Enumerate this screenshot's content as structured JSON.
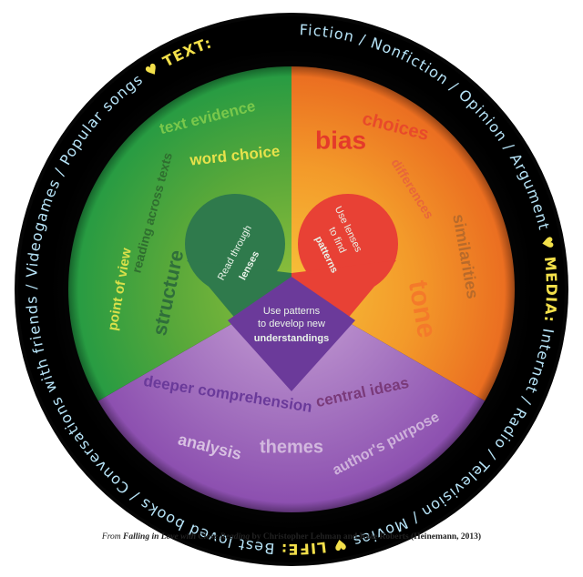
{
  "ring": {
    "text_tag": "TEXT:",
    "text_body": " Fiction / Nonfiction / Opinion / Argument",
    "media_tag": "MEDIA:",
    "media_body": " Internet / Radio / Television / Movies",
    "life_tag": "LIFE:",
    "life_body": " Best loved books / Conversations with friends / Videogames / Popular songs",
    "separator_icon": "heart-icon"
  },
  "sectors": {
    "green": {
      "color": "#3f9e3a",
      "labels": {
        "text_evidence": "text evidence",
        "word_choice": "word choice",
        "reading_across_texts": "reading across texts",
        "structure": "structure",
        "point_of_view": "point of view"
      }
    },
    "orange": {
      "color": "#f08a22",
      "labels": {
        "bias": "bias",
        "choices": "choices",
        "differences": "differences",
        "similarities": "similarities",
        "tone": "tone"
      }
    },
    "purple": {
      "color": "#9a5bb5",
      "labels": {
        "deeper_comprehension": "deeper comprehension",
        "central_ideas": "central ideas",
        "analysis": "analysis",
        "themes": "themes",
        "authors_purpose": "author's purpose"
      }
    }
  },
  "heart": {
    "left": {
      "line1": "Read through",
      "line2": "lenses",
      "color": "#2f7a4c"
    },
    "right": {
      "line1": "Use lenses",
      "line2": "to find",
      "line3": "patterns",
      "color": "#e84135"
    },
    "bottom": {
      "line1": "Use patterns",
      "line2": "to develop new",
      "line3": "understandings",
      "color": "#6b3a9a"
    }
  },
  "caption": {
    "prefix": "From ",
    "title": "Falling in Love with Close Reading",
    "rest": " by Christopher Lehman and Kate Roberts (Heinemann, 2013)"
  }
}
